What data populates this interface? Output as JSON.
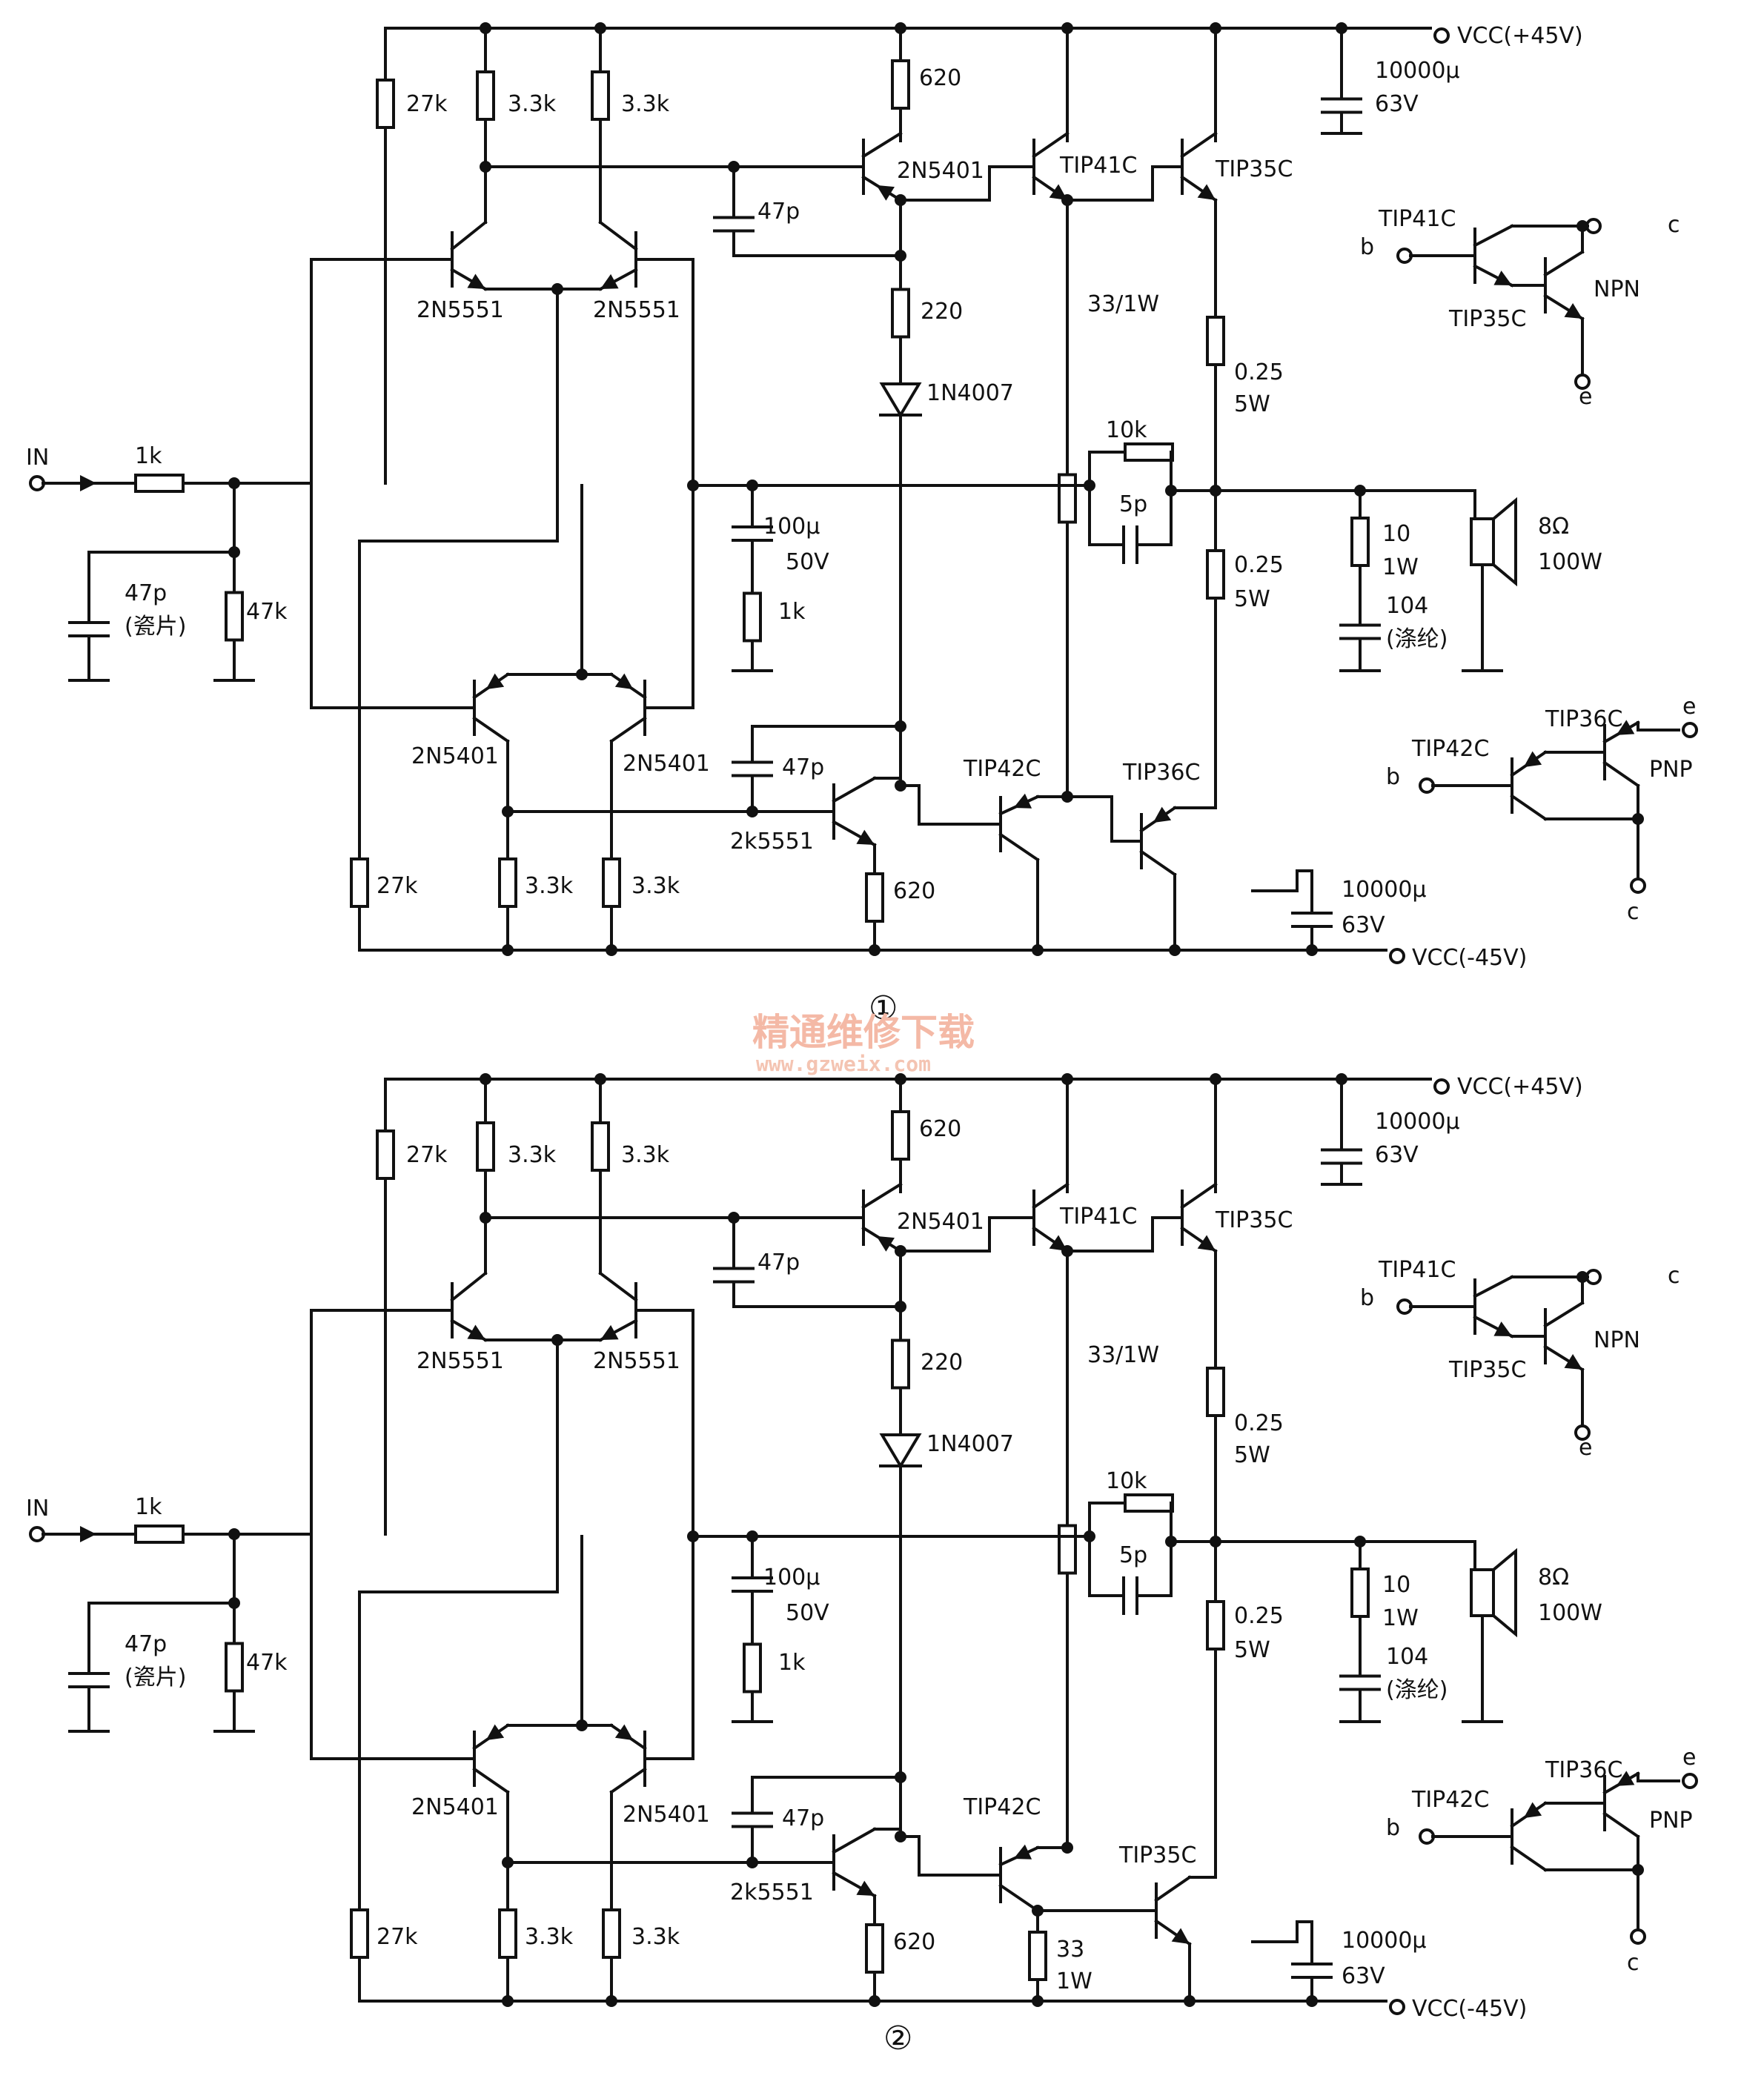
{
  "figures": [
    {
      "number": "①",
      "labels": {
        "vcc_pos": "VCC(+45V)",
        "vcc_neg": "VCC(-45V)",
        "in": "IN",
        "r_in": "1k",
        "c_in": "47p",
        "c_in_type": "(瓷片)",
        "r_in_gnd": "47k",
        "r_top_27k": "27k",
        "r_top_a": "3.3k",
        "r_top_b": "3.3k",
        "q_top_a": "2N5551",
        "q_top_b": "2N5551",
        "r_vas_top": "620",
        "q_vas_top": "2N5401",
        "c_miller_top": "47p",
        "r_bias": "220",
        "d_bias": "1N4007",
        "q_drv_top": "TIP41C",
        "q_out_top": "TIP35C",
        "r_mid": "33/1W",
        "re_top_v": "0.25",
        "re_top_p": "5W",
        "re_bot_v": "0.25",
        "re_bot_p": "5W",
        "r_fb": "10k",
        "c_fb": "5p",
        "c_fb_gnd": "100μ",
        "c_fb_gnd_v": "50V",
        "r_fb_gnd": "1k",
        "zobel_r": "10",
        "zobel_p": "1W",
        "zobel_c": "104",
        "zobel_c_type": "(涤纶)",
        "spk_ohm": "8Ω",
        "spk_w": "100W",
        "cap_top": "10000μ",
        "cap_top_v": "63V",
        "cap_bot": "10000μ",
        "cap_bot_v": "63V",
        "q_bot_a": "2N5401",
        "q_bot_b": "2N5401",
        "r_bot_27k": "27k",
        "r_bot_a": "3.3k",
        "r_bot_b": "3.3k",
        "c_miller_bot": "47p",
        "q_vas_bot": "2k5551",
        "r_vas_bot": "620",
        "q_drv_bot": "TIP42C",
        "q_out_bot": "TIP36C",
        "npn_q1": "TIP41C",
        "npn_q2": "TIP35C",
        "npn_b": "b",
        "npn_c": "c",
        "npn_e": "e",
        "npn_type": "NPN",
        "pnp_q1": "TIP42C",
        "pnp_q2": "TIP36C",
        "pnp_b": "b",
        "pnp_c": "c",
        "pnp_e": "e",
        "pnp_type": "PNP"
      }
    },
    {
      "number": "②",
      "labels": {
        "vcc_pos": "VCC(+45V)",
        "vcc_neg": "VCC(-45V)",
        "in": "IN",
        "r_in": "1k",
        "c_in": "47p",
        "c_in_type": "(瓷片)",
        "r_in_gnd": "47k",
        "r_top_27k": "27k",
        "r_top_a": "3.3k",
        "r_top_b": "3.3k",
        "q_top_a": "2N5551",
        "q_top_b": "2N5551",
        "r_vas_top": "620",
        "q_vas_top": "2N5401",
        "c_miller_top": "47p",
        "r_bias": "220",
        "d_bias": "1N4007",
        "q_drv_top": "TIP41C",
        "q_out_top": "TIP35C",
        "r_mid": "33/1W",
        "re_top_v": "0.25",
        "re_top_p": "5W",
        "re_bot_v": "0.25",
        "re_bot_p": "5W",
        "r_fb": "10k",
        "c_fb": "5p",
        "c_fb_gnd": "100μ",
        "c_fb_gnd_v": "50V",
        "r_fb_gnd": "1k",
        "zobel_r": "10",
        "zobel_p": "1W",
        "zobel_c": "104",
        "zobel_c_type": "(涤纶)",
        "spk_ohm": "8Ω",
        "spk_w": "100W",
        "cap_top": "10000μ",
        "cap_top_v": "63V",
        "cap_bot": "10000μ",
        "cap_bot_v": "63V",
        "q_bot_a": "2N5401",
        "q_bot_b": "2N5401",
        "r_bot_27k": "27k",
        "r_bot_a": "3.3k",
        "r_bot_b": "3.3k",
        "c_miller_bot": "47p",
        "q_vas_bot": "2k5551",
        "r_vas_bot": "620",
        "q_drv_bot": "TIP42C",
        "q_out_bot": "TIP35C",
        "r_drv_bot": "33",
        "r_drv_bot_p": "1W",
        "npn_q1": "TIP41C",
        "npn_q2": "TIP35C",
        "npn_b": "b",
        "npn_c": "c",
        "npn_e": "e",
        "npn_type": "NPN",
        "pnp_q1": "TIP42C",
        "pnp_q2": "TIP36C",
        "pnp_b": "b",
        "pnp_c": "c",
        "pnp_e": "e",
        "pnp_type": "PNP"
      }
    }
  ],
  "watermark": {
    "cn": "精通维修下载",
    "url": "www.gzweix.com"
  }
}
